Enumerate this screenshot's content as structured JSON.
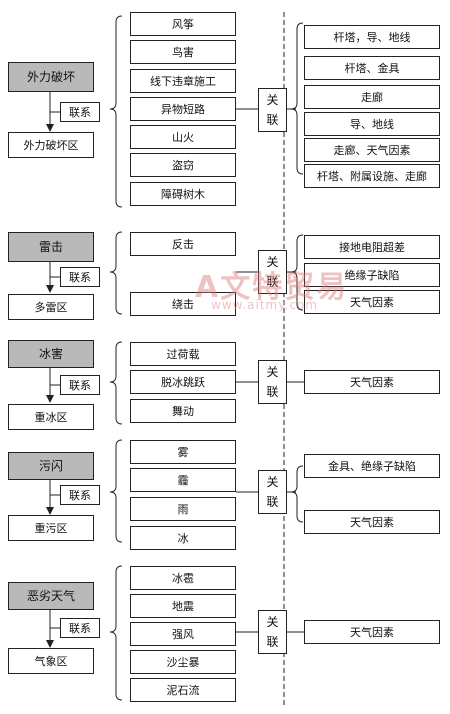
{
  "link_label": "联系",
  "relation_label": [
    "关",
    "联"
  ],
  "sections": [
    {
      "category": "外力破坏",
      "zone": "外力破坏区",
      "causes": [
        "风筝",
        "鸟害",
        "线下违章施工",
        "异物短路",
        "山火",
        "盗窃",
        "障碍树木"
      ],
      "effects": [
        "杆塔，导、地线",
        "杆塔、金具",
        "走廊",
        "导、地线",
        "走廊、天气因素",
        "杆塔、附属设施、走廊"
      ]
    },
    {
      "category": "雷击",
      "zone": "多雷区",
      "causes": [
        "反击",
        "绕击"
      ],
      "effects": [
        "接地电阻超差",
        "绝缘子缺陷",
        "天气因素"
      ]
    },
    {
      "category": "冰害",
      "zone": "重冰区",
      "causes": [
        "过荷载",
        "脱冰跳跃",
        "舞动"
      ],
      "effects": [
        "天气因素"
      ]
    },
    {
      "category": "污闪",
      "zone": "重污区",
      "causes": [
        "雾",
        "霾",
        "雨",
        "冰"
      ],
      "effects": [
        "金具、绝缘子缺陷",
        "天气因素"
      ]
    },
    {
      "category": "恶劣天气",
      "zone": "气象区",
      "causes": [
        "冰雹",
        "地震",
        "强风",
        "沙尘暴",
        "泥石流"
      ],
      "effects": [
        "天气因素"
      ]
    }
  ],
  "watermark": {
    "logo": "A文特贸易",
    "url": "www.aitmy.com"
  }
}
